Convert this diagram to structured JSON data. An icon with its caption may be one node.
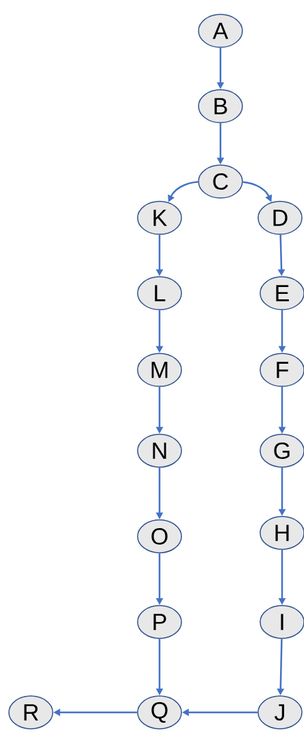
{
  "diagram": {
    "nodes": [
      {
        "text": [
          "A"
        ]
      },
      {
        "text": [
          "B"
        ]
      },
      {
        "text": [
          "C"
        ]
      },
      {
        "text": [
          "D"
        ]
      },
      {
        "text": [
          "E"
        ]
      },
      {
        "text": [
          "F"
        ]
      },
      {
        "text": [
          "G"
        ]
      },
      {
        "text": [
          "H"
        ]
      },
      {
        "text": [
          "I"
        ]
      },
      {
        "text": [
          "J"
        ]
      },
      {
        "text": [
          "K"
        ]
      },
      {
        "text": [
          "L"
        ]
      },
      {
        "text": [
          "M"
        ]
      },
      {
        "text": [
          "N"
        ]
      },
      {
        "text": [
          "O"
        ]
      },
      {
        "text": [
          "P"
        ]
      },
      {
        "text": [
          "Q"
        ]
      },
      {
        "text": [
          "R"
        ]
      }
    ],
    "edges": [
      {
        "from": 0,
        "to": 1,
        "arrow": "to"
      },
      {
        "from": 1,
        "to": 2,
        "arrow": "to"
      },
      {
        "from": 2,
        "to": 10,
        "arrow": "to"
      },
      {
        "from": 2,
        "to": 3,
        "arrow": "to"
      },
      {
        "from": 3,
        "to": 4,
        "arrow": "to"
      },
      {
        "from": 4,
        "to": 5,
        "arrow": "to"
      },
      {
        "from": 5,
        "to": 6,
        "arrow": "to"
      },
      {
        "from": 6,
        "to": 7,
        "arrow": "to"
      },
      {
        "from": 7,
        "to": 8,
        "arrow": "to"
      },
      {
        "from": 8,
        "to": 9,
        "arrow": "to"
      },
      {
        "from": 10,
        "to": 11,
        "arrow": "to"
      },
      {
        "from": 11,
        "to": 12,
        "arrow": "to"
      },
      {
        "from": 12,
        "to": 13,
        "arrow": "to"
      },
      {
        "from": 13,
        "to": 14,
        "arrow": "to"
      },
      {
        "from": 14,
        "to": 15,
        "arrow": "to"
      },
      {
        "from": 15,
        "to": 16,
        "arrow": "to"
      },
      {
        "from": 9,
        "to": 16,
        "arrow": "to"
      },
      {
        "from": 16,
        "to": 17,
        "arrow": "to"
      }
    ]
  }
}
